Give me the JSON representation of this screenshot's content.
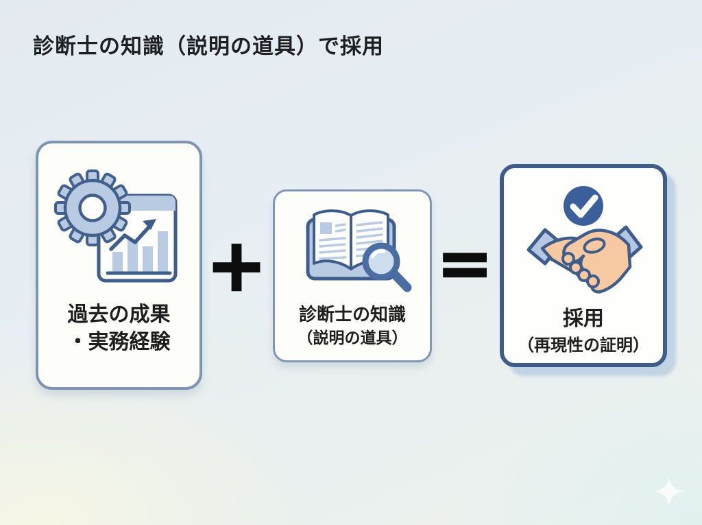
{
  "title": "診断士の知識（説明の道具）で採用",
  "formula": {
    "plus": "+",
    "equals": "=",
    "cards": [
      {
        "name": "past-results",
        "icon": "gear-chart-icon",
        "line1": "過去の成果",
        "line2": "・実務経験"
      },
      {
        "name": "consultant-knowledge",
        "icon": "book-magnifier-icon",
        "line1": "診断士の知識",
        "line2": "（説明の道具）"
      },
      {
        "name": "adoption",
        "icon": "handshake-check-icon",
        "line1": "採用",
        "line2": "（再現性の証明）"
      }
    ]
  },
  "colors": {
    "icon_outline": "#3f5d8a",
    "icon_light_fill": "#b9cbe3",
    "lens_fill": "#cfdeee",
    "check_circle": "#3a5f9b",
    "skin": "#f6c9a2",
    "sleeve": "#b4c8e3",
    "card_border": "#7e94b4",
    "result_card_border": "#3d5c87",
    "result_card_shadow": "#bdd0e2",
    "text": "#1e1e1e",
    "operator": "#0c0c0c",
    "background_top": "#e3eaf0",
    "background_bottom_left": "#f6f6e4",
    "background_bottom_right": "#dff1f0"
  }
}
